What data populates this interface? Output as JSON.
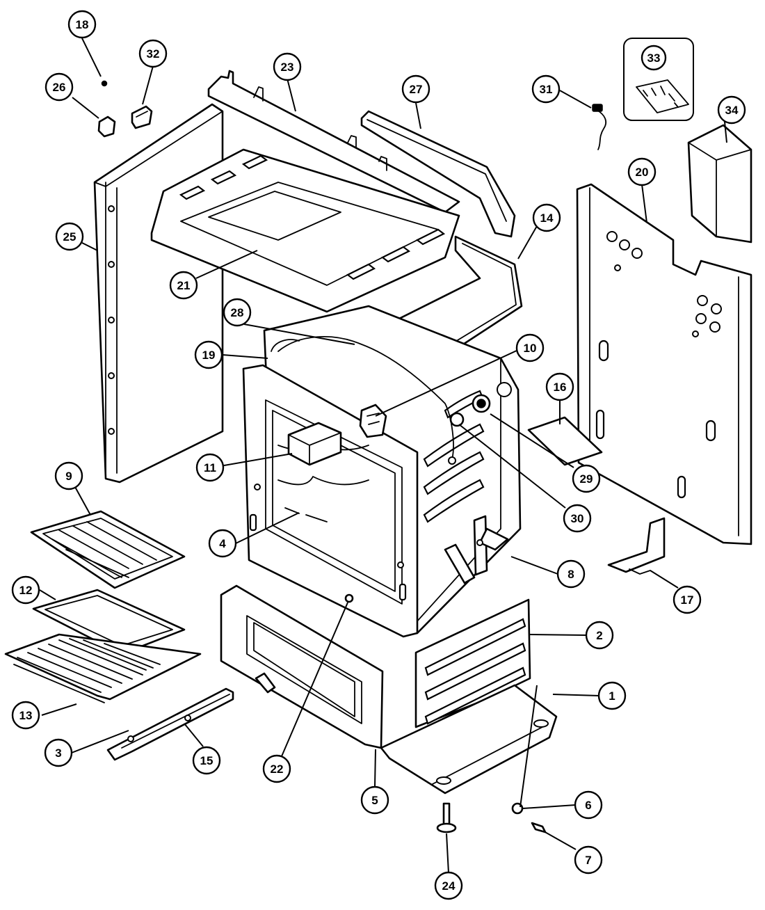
{
  "callouts": [
    {
      "label": "1"
    },
    {
      "label": "2"
    },
    {
      "label": "3"
    },
    {
      "label": "4"
    },
    {
      "label": "5"
    },
    {
      "label": "6"
    },
    {
      "label": "7"
    },
    {
      "label": "8"
    },
    {
      "label": "9"
    },
    {
      "label": "10"
    },
    {
      "label": "11"
    },
    {
      "label": "12"
    },
    {
      "label": "13"
    },
    {
      "label": "14"
    },
    {
      "label": "15"
    },
    {
      "label": "16"
    },
    {
      "label": "17"
    },
    {
      "label": "18"
    },
    {
      "label": "19"
    },
    {
      "label": "20"
    },
    {
      "label": "21"
    },
    {
      "label": "22"
    },
    {
      "label": "23"
    },
    {
      "label": "24"
    },
    {
      "label": "25"
    },
    {
      "label": "26"
    },
    {
      "label": "27"
    },
    {
      "label": "28"
    },
    {
      "label": "29"
    },
    {
      "label": "30"
    },
    {
      "label": "31"
    },
    {
      "label": "32"
    },
    {
      "label": "33"
    },
    {
      "label": "34"
    }
  ]
}
